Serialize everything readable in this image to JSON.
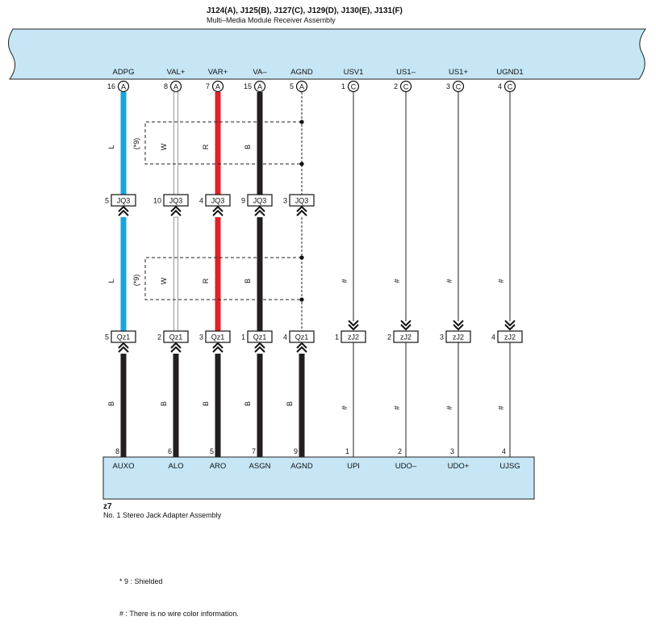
{
  "header": {
    "connector_ids": "J124(A), J125(B), J127(C), J129(D), J130(E), J131(F)",
    "assembly_name": "Multi–Media Module Receiver Assembly"
  },
  "footer": {
    "component_id": "z7",
    "component_name": "No.  1 Stereo Jack Adapter Assembly"
  },
  "colors": {
    "box_fill": "#c6e6f6",
    "blue_wire": "#1aa3e0",
    "red_wire": "#e02228",
    "black_wire": "#231f20",
    "white_wire": "#9a9a9a"
  },
  "wires": [
    {
      "top_pin": "16",
      "top_conn": "A",
      "top_name": "ADPG",
      "upper_color": "blue",
      "upper_label": "L",
      "shield_mark": "(*9)",
      "mid1_pin": "5",
      "mid1_conn": "JQ3",
      "mid2_pin": "5",
      "mid2_conn": "Qz1",
      "lower_color": "black",
      "lower_label": "B",
      "bottom_pin": "8",
      "bottom_name": "AUXO"
    },
    {
      "top_pin": "8",
      "top_conn": "A",
      "top_name": "VAL+",
      "upper_color": "white",
      "upper_label": "W",
      "mid1_pin": "10",
      "mid1_conn": "JQ3",
      "mid2_pin": "2",
      "mid2_conn": "Qz1",
      "lower_color": "black",
      "lower_label": "B",
      "bottom_pin": "6",
      "bottom_name": "ALO"
    },
    {
      "top_pin": "7",
      "top_conn": "A",
      "top_name": "VAR+",
      "upper_color": "red",
      "upper_label": "R",
      "mid1_pin": "4",
      "mid1_conn": "JQ3",
      "mid2_pin": "3",
      "mid2_conn": "Qz1",
      "lower_color": "black",
      "lower_label": "B",
      "bottom_pin": "5",
      "bottom_name": "ARO"
    },
    {
      "top_pin": "15",
      "top_conn": "A",
      "top_name": "VA–",
      "upper_color": "black",
      "upper_label": "B",
      "mid1_pin": "9",
      "mid1_conn": "JQ3",
      "mid2_pin": "1",
      "mid2_conn": "Qz1",
      "lower_color": "black",
      "lower_label": "B",
      "bottom_pin": "7",
      "bottom_name": "ASGN"
    },
    {
      "top_pin": "5",
      "top_conn": "A",
      "top_name": "AGND",
      "upper_color": "dashed",
      "upper_label": "",
      "mid1_pin": "3",
      "mid1_conn": "JQ3",
      "mid2_pin": "4",
      "mid2_conn": "Qz1",
      "lower_color": "black",
      "lower_label": "B",
      "bottom_pin": "9",
      "bottom_name": "AGND"
    },
    {
      "top_pin": "1",
      "top_conn": "C",
      "top_name": "USV1",
      "upper_color": "thin",
      "upper_label": "#",
      "mid2_pin": "1",
      "mid2_conn": "zJ2",
      "lower_color": "thin",
      "lower_label": "#",
      "bottom_pin": "1",
      "bottom_name": "UPI"
    },
    {
      "top_pin": "2",
      "top_conn": "C",
      "top_name": "US1–",
      "upper_color": "thin",
      "upper_label": "#",
      "mid2_pin": "2",
      "mid2_conn": "zJ2",
      "lower_color": "thin",
      "lower_label": "#",
      "bottom_pin": "2",
      "bottom_name": "UDO–"
    },
    {
      "top_pin": "3",
      "top_conn": "C",
      "top_name": "US1+",
      "upper_color": "thin",
      "upper_label": "#",
      "mid2_pin": "3",
      "mid2_conn": "zJ2",
      "lower_color": "thin",
      "lower_label": "#",
      "bottom_pin": "3",
      "bottom_name": "UDO+"
    },
    {
      "top_pin": "4",
      "top_conn": "C",
      "top_name": "UGND1",
      "upper_color": "thin",
      "upper_label": "#",
      "mid2_pin": "4",
      "mid2_conn": "zJ2",
      "lower_color": "thin",
      "lower_label": "#",
      "bottom_pin": "4",
      "bottom_name": "UJSG"
    }
  ],
  "shield_marks": [
    "(*9)",
    "(*9)"
  ],
  "notes": {
    "shielded": "* 9 : Shielded",
    "no_color": "# : There is no wire color information."
  }
}
